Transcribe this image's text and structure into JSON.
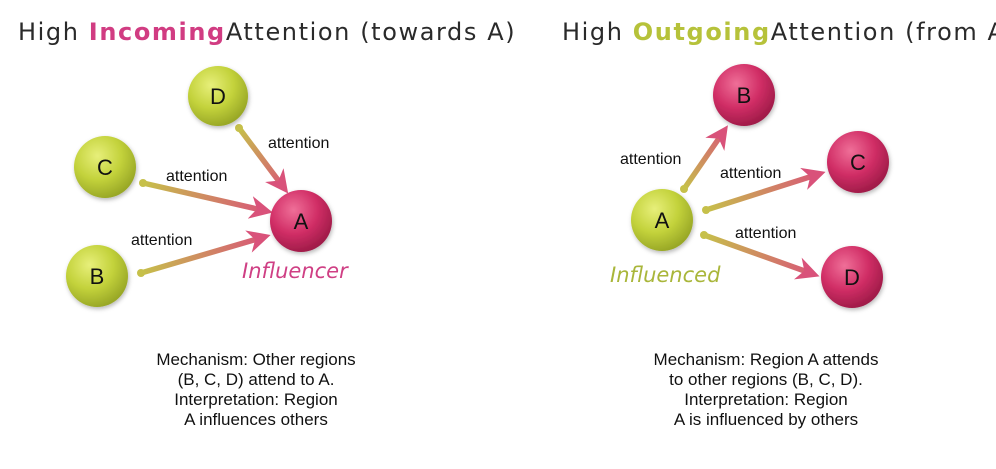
{
  "left_panel": {
    "title": {
      "pre": "High",
      "highlight": "Incoming",
      "post": "Attention (towards A)"
    },
    "nodes": {
      "A": "A",
      "B": "B",
      "C": "C",
      "D": "D"
    },
    "edge_label": "attention",
    "role": "Influencer",
    "caption": {
      "line1": "Mechanism: Other regions",
      "line2": "(B, C, D) attend to A.",
      "line3": "Interpretation: Region",
      "line4": "A influences others"
    }
  },
  "right_panel": {
    "title": {
      "pre": "High",
      "highlight": "Outgoing",
      "post": "Attention (from A)"
    },
    "nodes": {
      "A": "A",
      "B": "B",
      "C": "C",
      "D": "D"
    },
    "edge_label": "attention",
    "role": "Influenced",
    "caption": {
      "line1": "Mechanism: Region A attends",
      "line2": "to other regions (B, C, D).",
      "line3": "Interpretation: Region",
      "line4": "A is influenced by others"
    }
  },
  "colors": {
    "incoming_accent": "#d13c82",
    "outgoing_accent": "#b6c23a",
    "green_node": "#c3d23b",
    "pink_node": "#d12e66",
    "arrow_pink": "#d9527a",
    "arrow_green": "#c6c04a"
  }
}
